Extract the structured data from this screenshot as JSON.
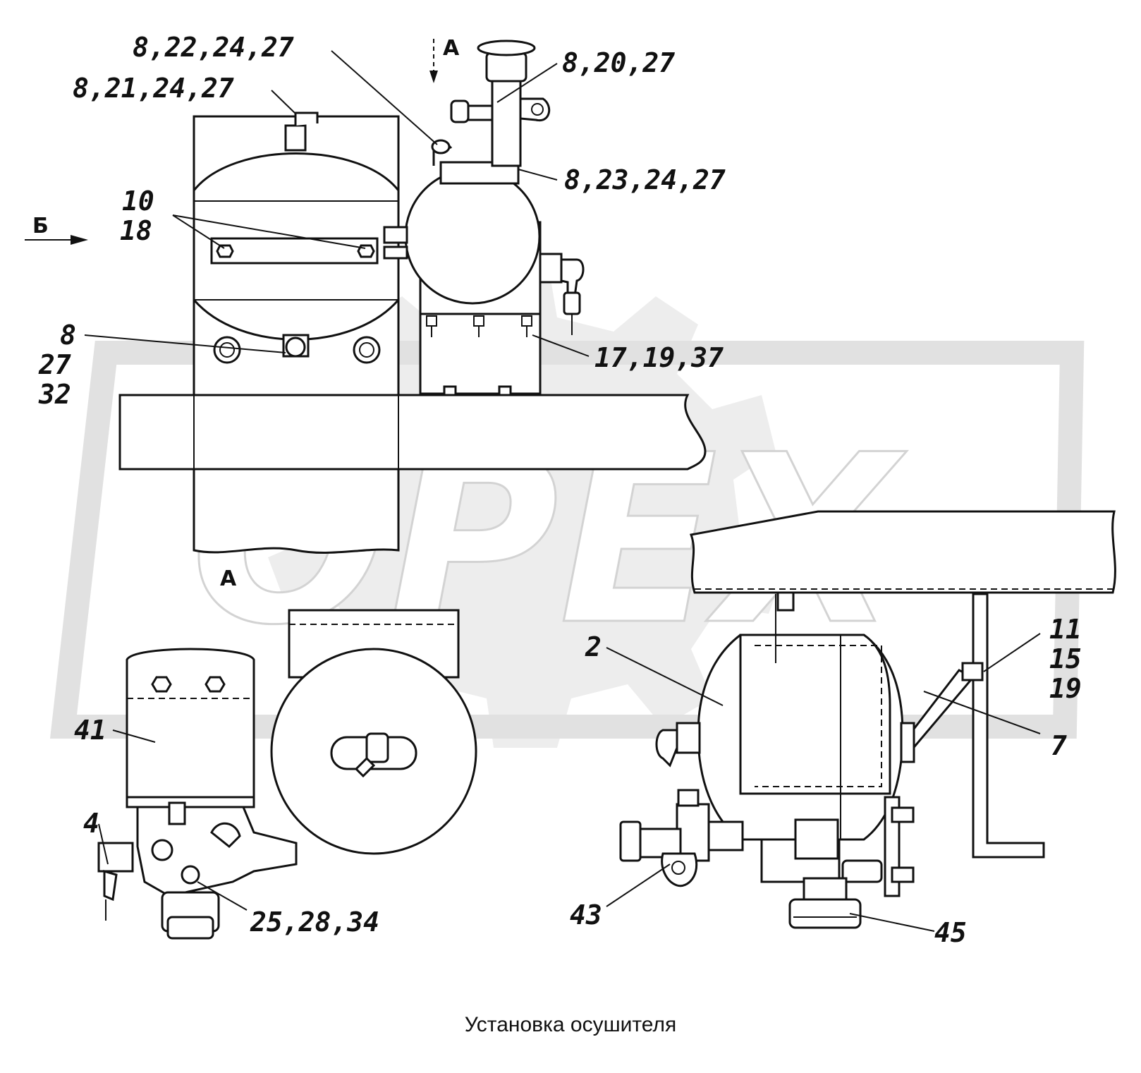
{
  "callouts": {
    "c1": "8,22,24,27",
    "c2": "8,21,24,27",
    "c3": "8,20,27",
    "c4": "8,23,24,27",
    "c5a": "10",
    "c5b": "18",
    "c6a": "8",
    "c6b": "27",
    "c6c": "32",
    "c7": "17,19,37",
    "c8": "2",
    "c9a": "11",
    "c9b": "15",
    "c9c": "19",
    "c10": "7",
    "c11": "41",
    "c12": "4",
    "c13": "25,28,34",
    "c14": "43",
    "c15": "45"
  },
  "views": {
    "view_a_top": "A",
    "view_a_bottom": "A",
    "view_b": "Б"
  },
  "watermark": {
    "text": "OPEX",
    "color": "#d8d8d8"
  },
  "caption": "Установка осушителя",
  "colors": {
    "line": "#111111",
    "background": "#ffffff",
    "watermark": "#d8d8d8"
  }
}
